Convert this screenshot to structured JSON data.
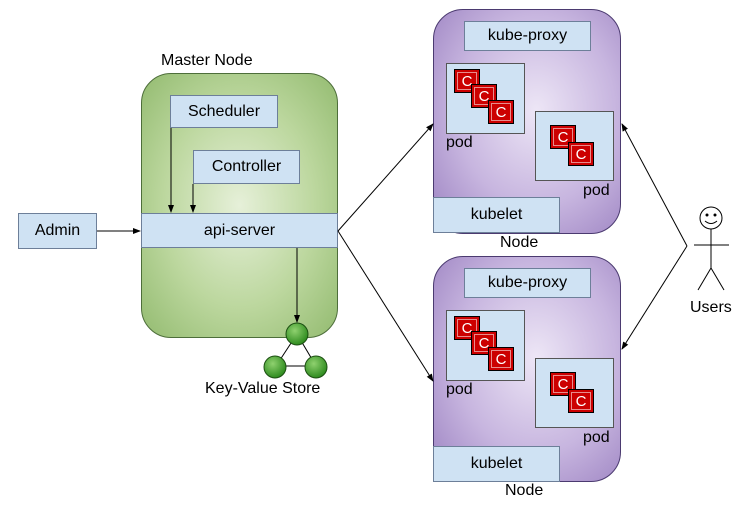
{
  "master": {
    "title": "Master Node",
    "scheduler": "Scheduler",
    "controller": "Controller",
    "api_server": "api-server"
  },
  "admin": "Admin",
  "key_value_store": "Key-Value Store",
  "users": "Users",
  "nodes": [
    {
      "title": "Node",
      "kube_proxy": "kube-proxy",
      "kubelet": "kubelet",
      "pod_label": "pod",
      "container_label": "C"
    },
    {
      "title": "Node",
      "kube_proxy": "kube-proxy",
      "kubelet": "kubelet",
      "pod_label": "pod",
      "container_label": "C"
    }
  ],
  "colors": {
    "master_fill": "#bcd79e",
    "node_fill": "#c7b5df",
    "box_fill": "#cfe2f3",
    "container_fill": "#cc0000",
    "kv_node_fill": "#2e8b1e"
  }
}
